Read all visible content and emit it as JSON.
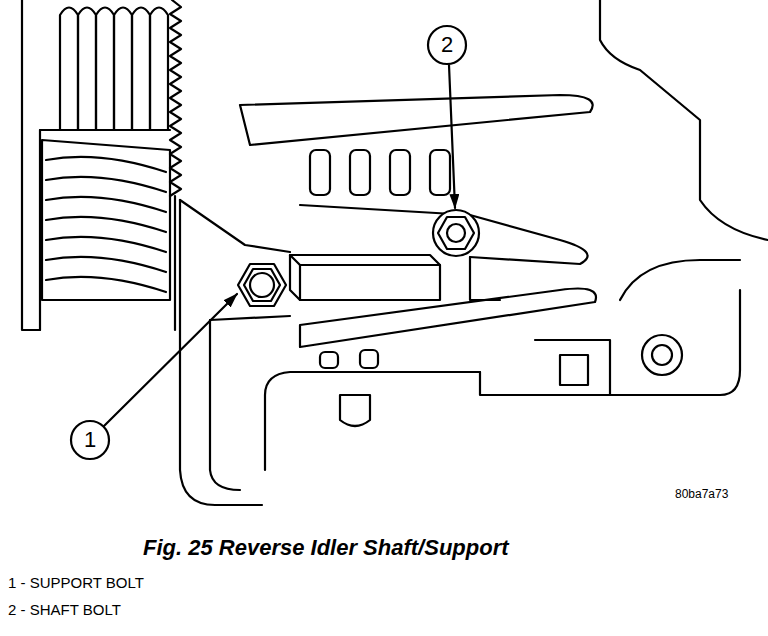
{
  "diagram": {
    "caption": "Fig. 25 Reverse Idler Shaft/Support",
    "labels": [
      "1",
      "2",
      "80ba7a73",
      "1 - SUPPORT BOLT",
      "2 - SHAFT BOLT"
    ]
  }
}
